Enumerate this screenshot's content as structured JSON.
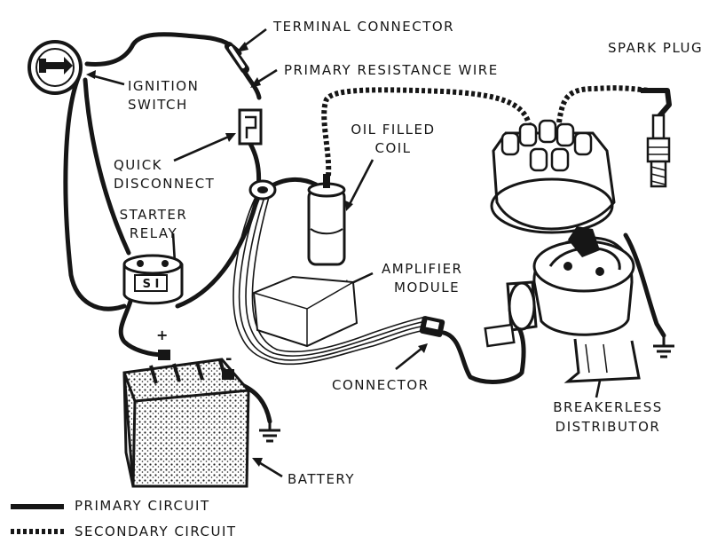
{
  "labels": {
    "terminal_connector": "TERMINAL CONNECTOR",
    "spark_plug": "SPARK PLUG",
    "primary_resistance_wire": "PRIMARY RESISTANCE WIRE",
    "ignition_switch": [
      "IGNITION",
      "SWITCH"
    ],
    "oil_filled_coil": [
      "OIL FILLED",
      "COIL"
    ],
    "quick_disconnect": [
      "QUICK",
      "DISCONNECT"
    ],
    "starter_relay": [
      "STARTER",
      "RELAY"
    ],
    "amplifier_module": [
      "AMPLIFIER",
      "MODULE"
    ],
    "connector": "CONNECTOR",
    "breakerless_distributor": [
      "BREAKERLESS",
      "DISTRIBUTOR"
    ],
    "battery": "BATTERY",
    "relay_marking": "S I",
    "battery_plus": "+",
    "battery_minus": "-"
  },
  "legend": {
    "primary_circuit": "PRIMARY CIRCUIT",
    "secondary_circuit": "SECONDARY CIRCUIT"
  },
  "colors": {
    "ink": "#161616",
    "background": "#ffffff"
  }
}
